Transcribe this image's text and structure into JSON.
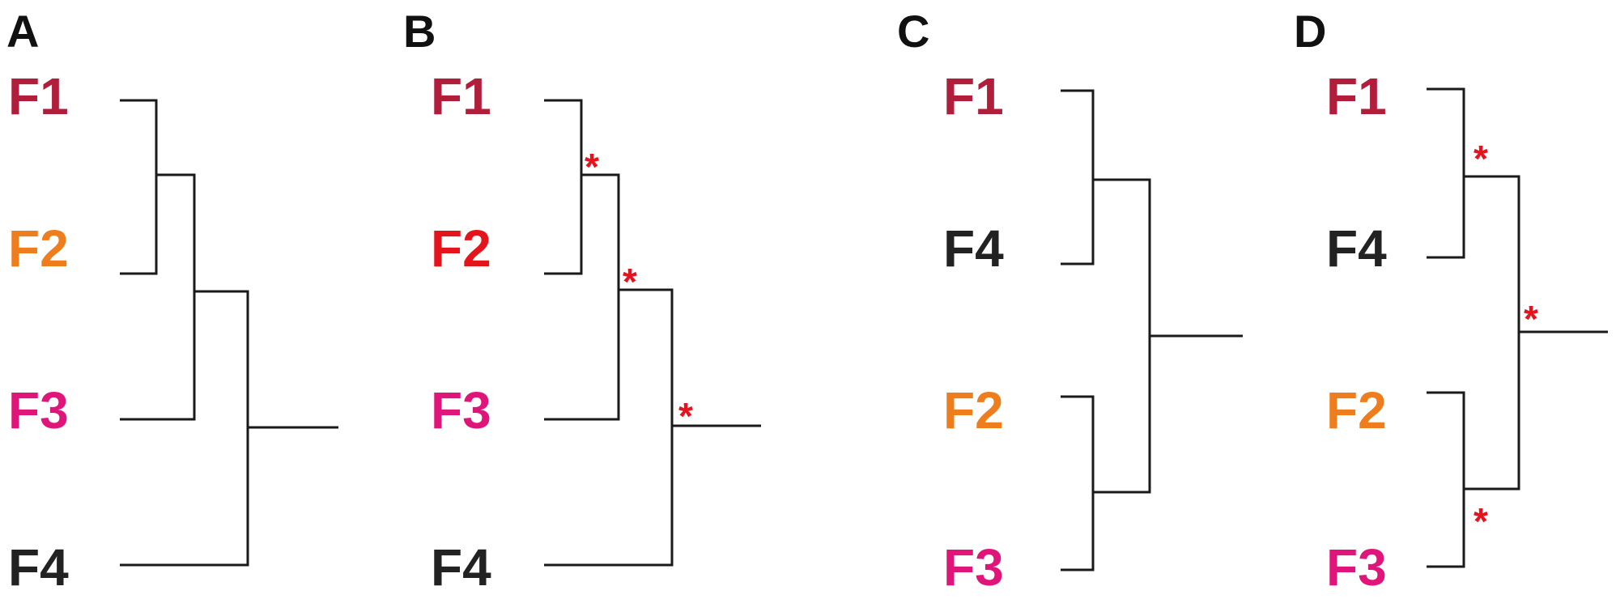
{
  "colors": {
    "F1": "#b01e3c",
    "F2_orange": "#ee7d1e",
    "F2_red": "#e4141c",
    "F3": "#e0157a",
    "F4": "#222222",
    "significance": "#e4141c",
    "branch": "#1a1a1a"
  },
  "panels": [
    {
      "letter": "A",
      "leaves": [
        {
          "label": "F1",
          "color": "#b01e3c"
        },
        {
          "label": "F2",
          "color": "#ee7d1e"
        },
        {
          "label": "F3",
          "color": "#e0157a"
        },
        {
          "label": "F4",
          "color": "#222222"
        }
      ],
      "significance_marks": []
    },
    {
      "letter": "B",
      "leaves": [
        {
          "label": "F1",
          "color": "#b01e3c"
        },
        {
          "label": "F2",
          "color": "#e4141c"
        },
        {
          "label": "F3",
          "color": "#e0157a"
        },
        {
          "label": "F4",
          "color": "#222222"
        }
      ],
      "significance_marks": [
        "*",
        "*",
        "*"
      ]
    },
    {
      "letter": "C",
      "leaves": [
        {
          "label": "F1",
          "color": "#b01e3c"
        },
        {
          "label": "F4",
          "color": "#222222"
        },
        {
          "label": "F2",
          "color": "#ee7d1e"
        },
        {
          "label": "F3",
          "color": "#e0157a"
        }
      ],
      "significance_marks": []
    },
    {
      "letter": "D",
      "leaves": [
        {
          "label": "F1",
          "color": "#b01e3c"
        },
        {
          "label": "F4",
          "color": "#222222"
        },
        {
          "label": "F2",
          "color": "#ee7d1e"
        },
        {
          "label": "F3",
          "color": "#e0157a"
        }
      ],
      "significance_marks": [
        "*",
        "*",
        "*"
      ]
    }
  ]
}
